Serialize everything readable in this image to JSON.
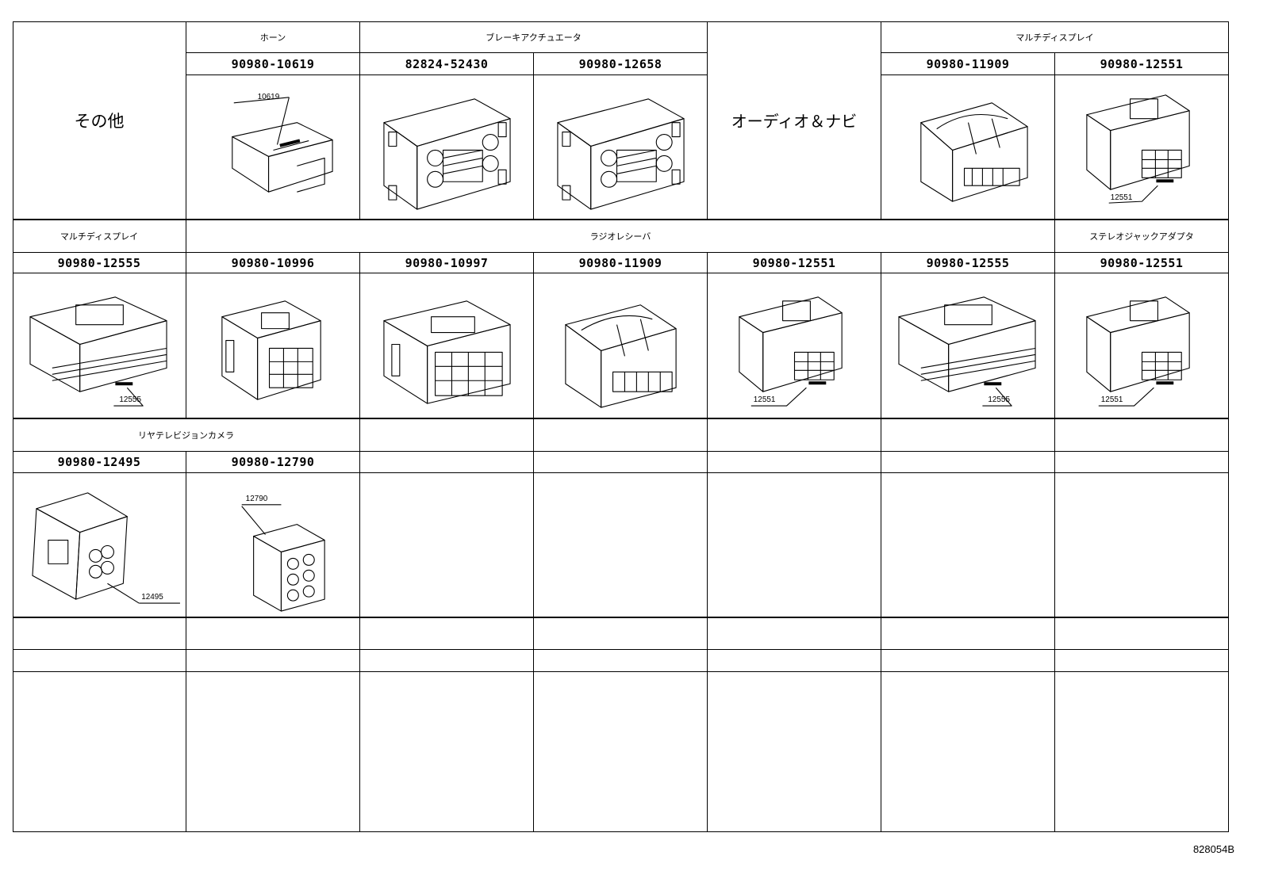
{
  "reference": "828054B",
  "blocks": [
    {
      "title": "その他",
      "labels": {
        "r1c1": "ホーン",
        "r1c2": "ブレーキアクチュエータ",
        "r1c4": "オーディオ＆ナビ",
        "r1c5": "マルチディスプレイ"
      }
    },
    {
      "labels": {
        "r2c0": "マルチディスプレイ",
        "r2c1": "ラジオレシーバ",
        "r2c6": "ステレオジャックアダプタ"
      }
    },
    {
      "labels": {
        "r3c0": "リヤテレビジョンカメラ"
      }
    }
  ],
  "parts": {
    "p_10619": "90980-10619",
    "p_52430": "82824-52430",
    "p_12658": "90980-12658",
    "p_11909a": "90980-11909",
    "p_12551a": "90980-12551",
    "p_12555a": "90980-12555",
    "p_10996": "90980-10996",
    "p_10997": "90980-10997",
    "p_11909b": "90980-11909",
    "p_12551b": "90980-12551",
    "p_12555b": "90980-12555",
    "p_12551c": "90980-12551",
    "p_12495": "90980-12495",
    "p_12790": "90980-12790"
  },
  "callouts": {
    "c_10619": "10619",
    "c_12551a": "12551",
    "c_12555a": "12555",
    "c_12551b": "12551",
    "c_12555b": "12555",
    "c_12551c": "12551",
    "c_12495": "12495",
    "c_12790": "12790"
  },
  "icons": {
    "horn": "connector-horn-icon",
    "brake": "connector-brake-actuator-icon",
    "display": "connector-multi-display-icon",
    "radio": "connector-radio-receiver-icon",
    "camera": "connector-rear-camera-icon"
  }
}
